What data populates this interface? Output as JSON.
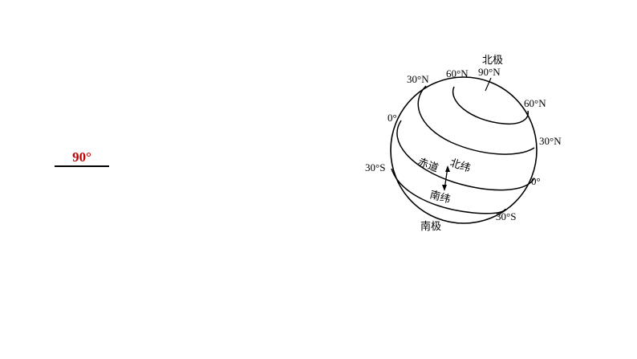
{
  "answer": {
    "value": "90°",
    "color": "#c00000"
  },
  "globe": {
    "north_pole": "北极",
    "south_pole": "南极",
    "equator": "赤道",
    "north_lat": "北纬",
    "south_lat": "南纬",
    "labels": {
      "n90": "90°N",
      "n60_left": "60°N",
      "n30_left": "30°N",
      "n0_left": "0°",
      "s30_left": "30°S",
      "n60_right": "60°N",
      "n30_right": "30°N",
      "n0_right": "0°",
      "s30_right": "30°S"
    }
  }
}
